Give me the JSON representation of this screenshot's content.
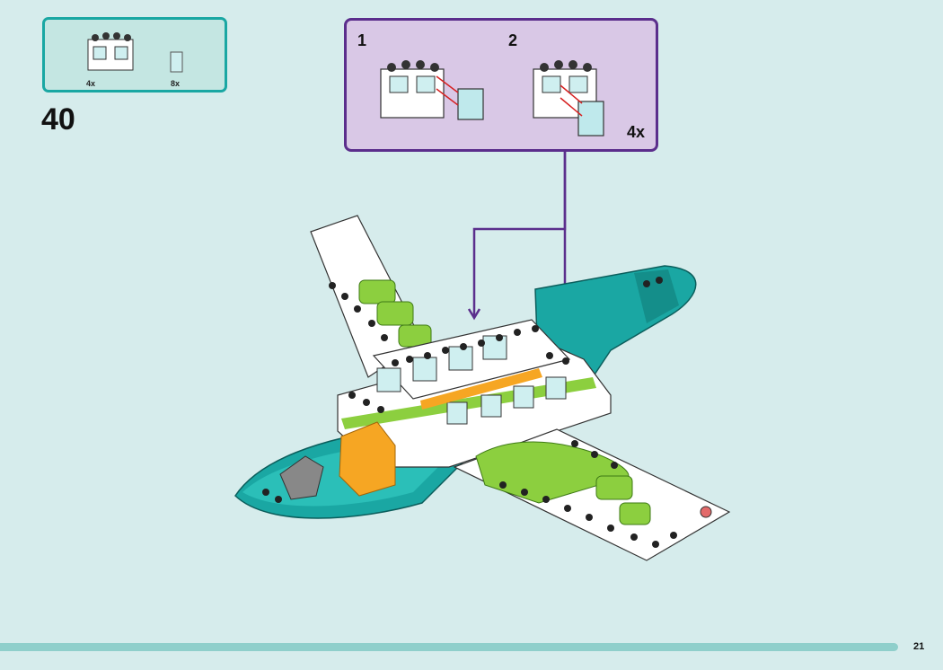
{
  "parts": [
    {
      "name": "window-frame",
      "qty": "4x"
    },
    {
      "name": "window-glass",
      "qty": "8x"
    }
  ],
  "step": {
    "number": "40"
  },
  "substeps": [
    {
      "label": "1"
    },
    {
      "label": "2"
    }
  ],
  "substep_repeat": "4x",
  "page": {
    "number": "21"
  },
  "colors": {
    "background": "#d6ecec",
    "parts_border": "#1aa7a3",
    "substep_border": "#5b2e8c",
    "teal_hull": "#1aa7a3",
    "green_brick": "#8ccf3f",
    "orange_brick": "#f6a623"
  }
}
